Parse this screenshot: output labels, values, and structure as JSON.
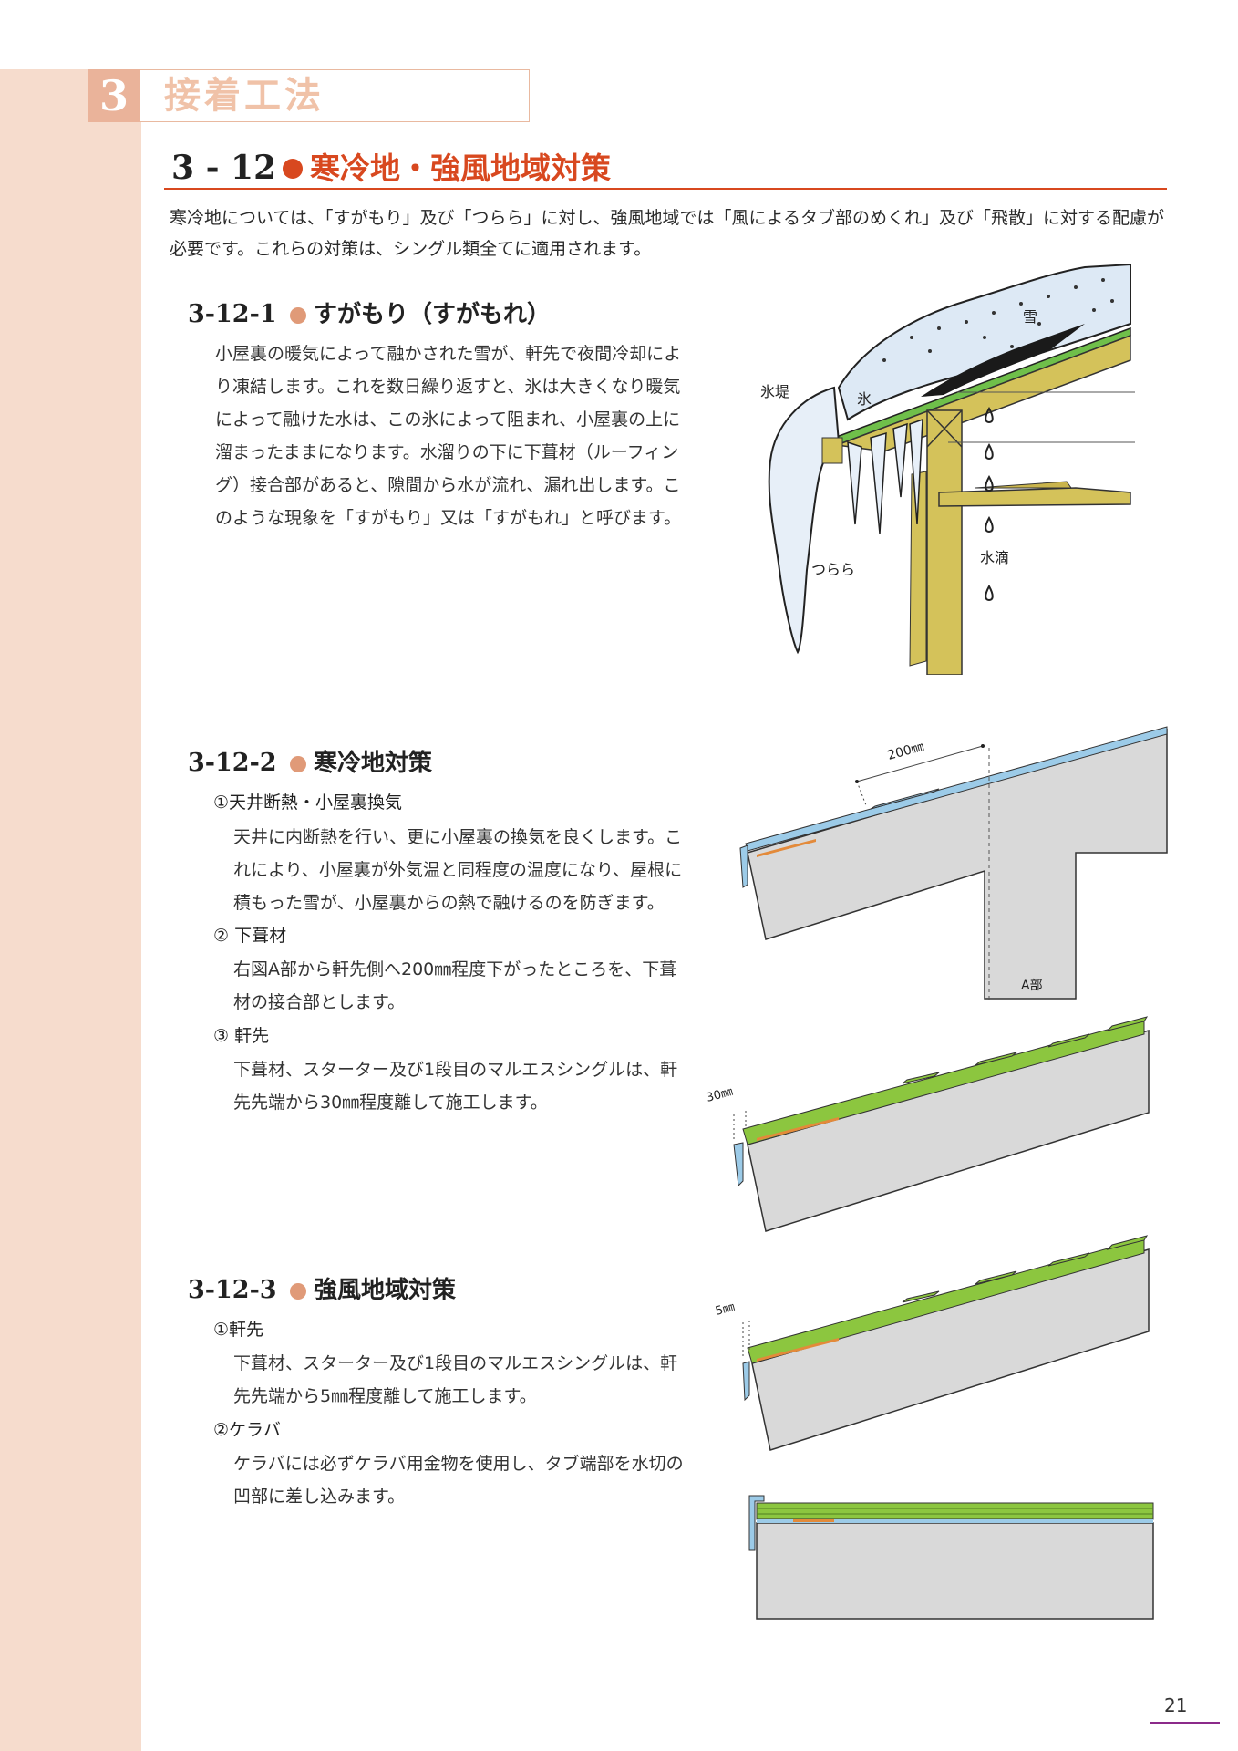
{
  "chapter": {
    "number": "3",
    "title": "接着工法"
  },
  "section": {
    "number": "3 - 12",
    "title": "寒冷地・強風地域対策"
  },
  "intro": "寒冷地については、「すがもり」及び「つらら」に対し、強風地域では「風によるタブ部のめくれ」及び「飛散」に対する配慮が必要です。これらの対策は、シングル類全てに適用されます。",
  "sub1": {
    "number": "3-12-1",
    "title": "すがもり（すがもれ）",
    "body": "小屋裏の暖気によって融かされた雪が、軒先で夜間冷却により凍結します。これを数日繰り返すと、氷は大きくなり暖気によって融けた水は、この氷によって阻まれ、小屋裏の上に溜まったままになります。水溜りの下に下葺材（ルーフィング）接合部があると、隙間から水が流れ、漏れ出します。このような現象を「すがもり」又は「すがもれ」と呼びます。"
  },
  "sub2": {
    "number": "3-12-2",
    "title": "寒冷地対策",
    "items": [
      {
        "title": "①天井断熱・小屋裏換気",
        "body": "天井に内断熱を行い、更に小屋裏の換気を良くします。これにより、小屋裏が外気温と同程度の温度になり、屋根に積もった雪が、小屋裏からの熱で融けるのを防ぎます。"
      },
      {
        "title": "② 下葺材",
        "body": "右図A部から軒先側へ200㎜程度下がったところを、下葺材の接合部とします。"
      },
      {
        "title": "③ 軒先",
        "body": "下葺材、スターター及び1段目のマルエスシングルは、軒先先端から30㎜程度離して施工します。"
      }
    ]
  },
  "sub3": {
    "number": "3-12-3",
    "title": "強風地域対策",
    "items": [
      {
        "title": "①軒先",
        "body": "下葺材、スターター及び1段目のマルエスシングルは、軒先先端から5㎜程度離して施工します。"
      },
      {
        "title": "②ケラバ",
        "body": "ケラバには必ずケラバ用金物を使用し、タブ端部を水切の凹部に差し込みます。"
      }
    ]
  },
  "figure_labels": {
    "snow": "雪",
    "ice_dam": "氷堤",
    "ice": "氷",
    "icicle": "つらら",
    "water_drop": "水滴",
    "dim_200": "200㎜",
    "part_a": "A部",
    "dim_30": "30㎜",
    "dim_5": "5㎜"
  },
  "colors": {
    "accent": "#d8481f",
    "band": "#f6dccd",
    "shingle_green": "#8cc63f",
    "roof_gray": "#d9d9d9",
    "flashing_blue": "#9ccbe8",
    "wood": "#d4c25a"
  },
  "page_number": "21"
}
